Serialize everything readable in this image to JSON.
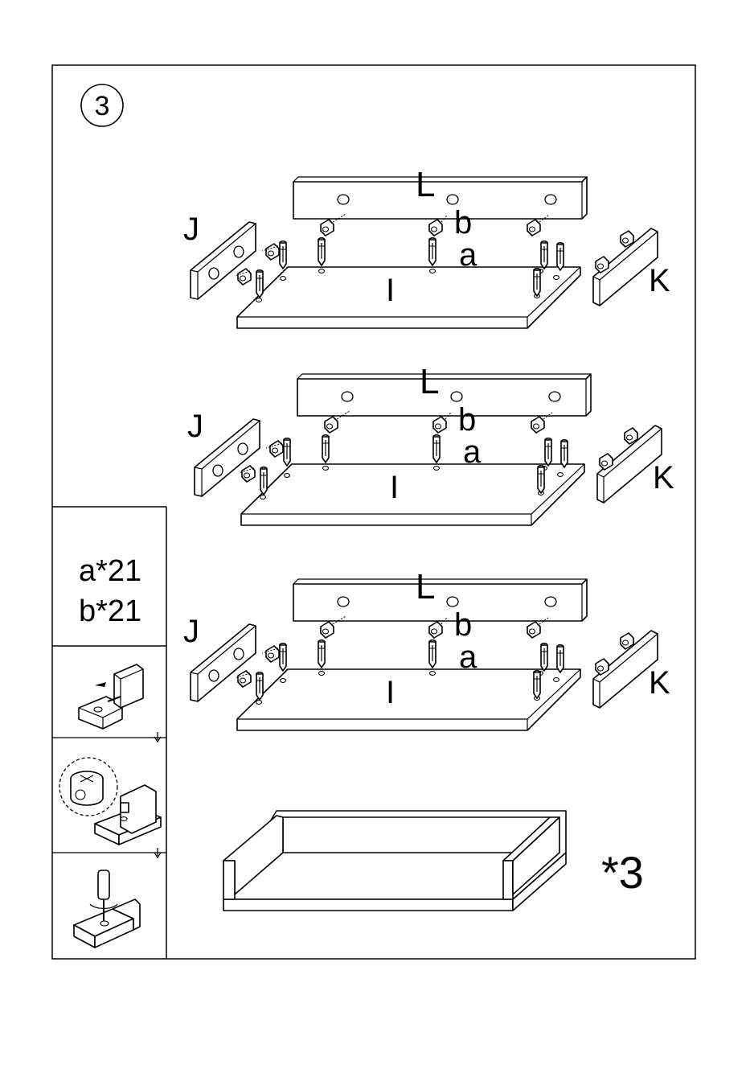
{
  "step": {
    "number": "3"
  },
  "assemblies": [
    {
      "label_top": "L",
      "label_left": "J",
      "label_right": "K",
      "label_base": "I",
      "label_cam": "b",
      "label_dowel": "a"
    },
    {
      "label_top": "L",
      "label_left": "J",
      "label_right": "K",
      "label_base": "I",
      "label_cam": "b",
      "label_dowel": "a"
    },
    {
      "label_top": "L",
      "label_left": "J",
      "label_right": "K",
      "label_base": "I",
      "label_cam": "b",
      "label_dowel": "a"
    }
  ],
  "parts_list": {
    "line1": "a*21",
    "line2": "b*21"
  },
  "multiplier": "*3",
  "icons": [
    "insert-cam-lock-icon",
    "cam-lock-detail-icon",
    "screwdriver-tighten-icon",
    "arrow-down-icon"
  ]
}
